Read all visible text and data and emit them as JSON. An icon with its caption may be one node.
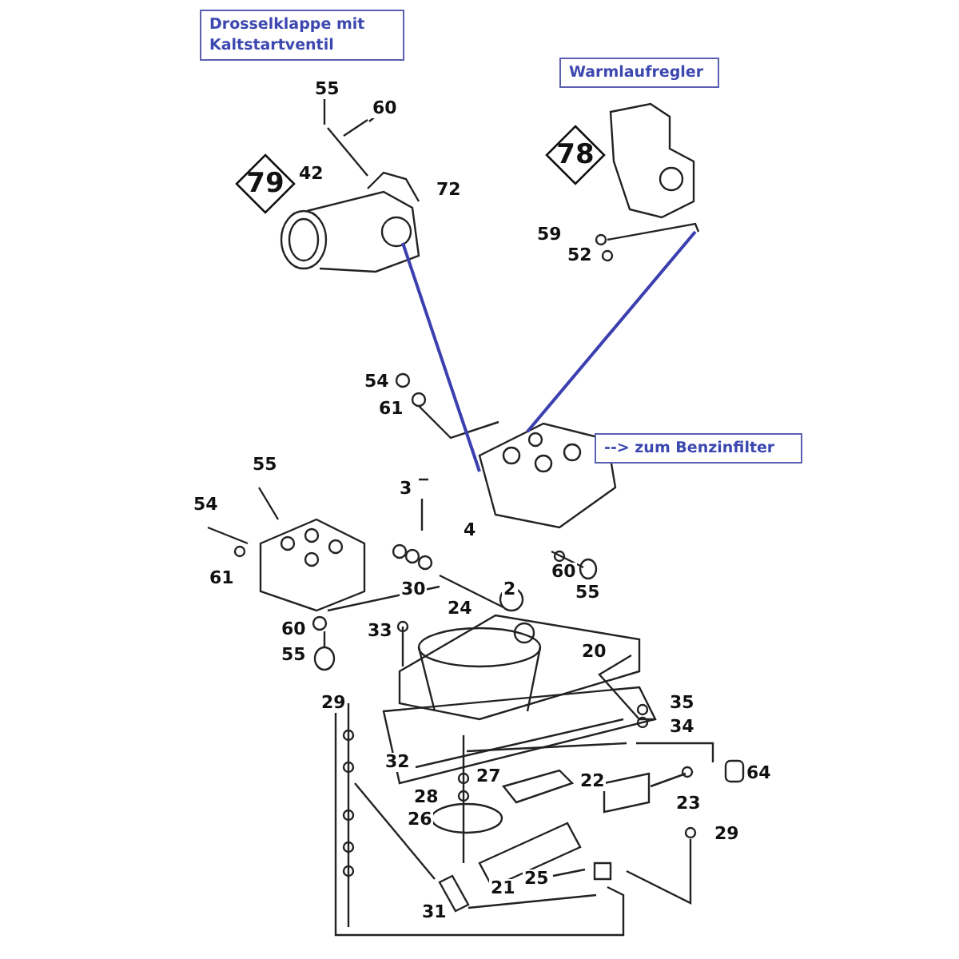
{
  "diagram": {
    "nodes": [
      {
        "text": [
          "Drosselklappe mit Kaltstartventil"
        ]
      },
      {
        "text": [
          "Warmlaufregler"
        ]
      },
      {
        "text": [
          "79"
        ]
      },
      {
        "text": [
          "78"
        ]
      },
      {
        "text": [
          "--> zum Benzinfilter"
        ]
      }
    ],
    "labels": [
      "55",
      "60",
      "42",
      "72",
      "59",
      "52",
      "54",
      "61",
      "55",
      "3",
      "54",
      "4",
      "61",
      "60",
      "30",
      "2",
      "55",
      "24",
      "60",
      "33",
      "55",
      "20",
      "29",
      "35",
      "34",
      "32",
      "27",
      "22",
      "28",
      "64",
      "23",
      "26",
      "29",
      "21",
      "25",
      "31"
    ]
  }
}
